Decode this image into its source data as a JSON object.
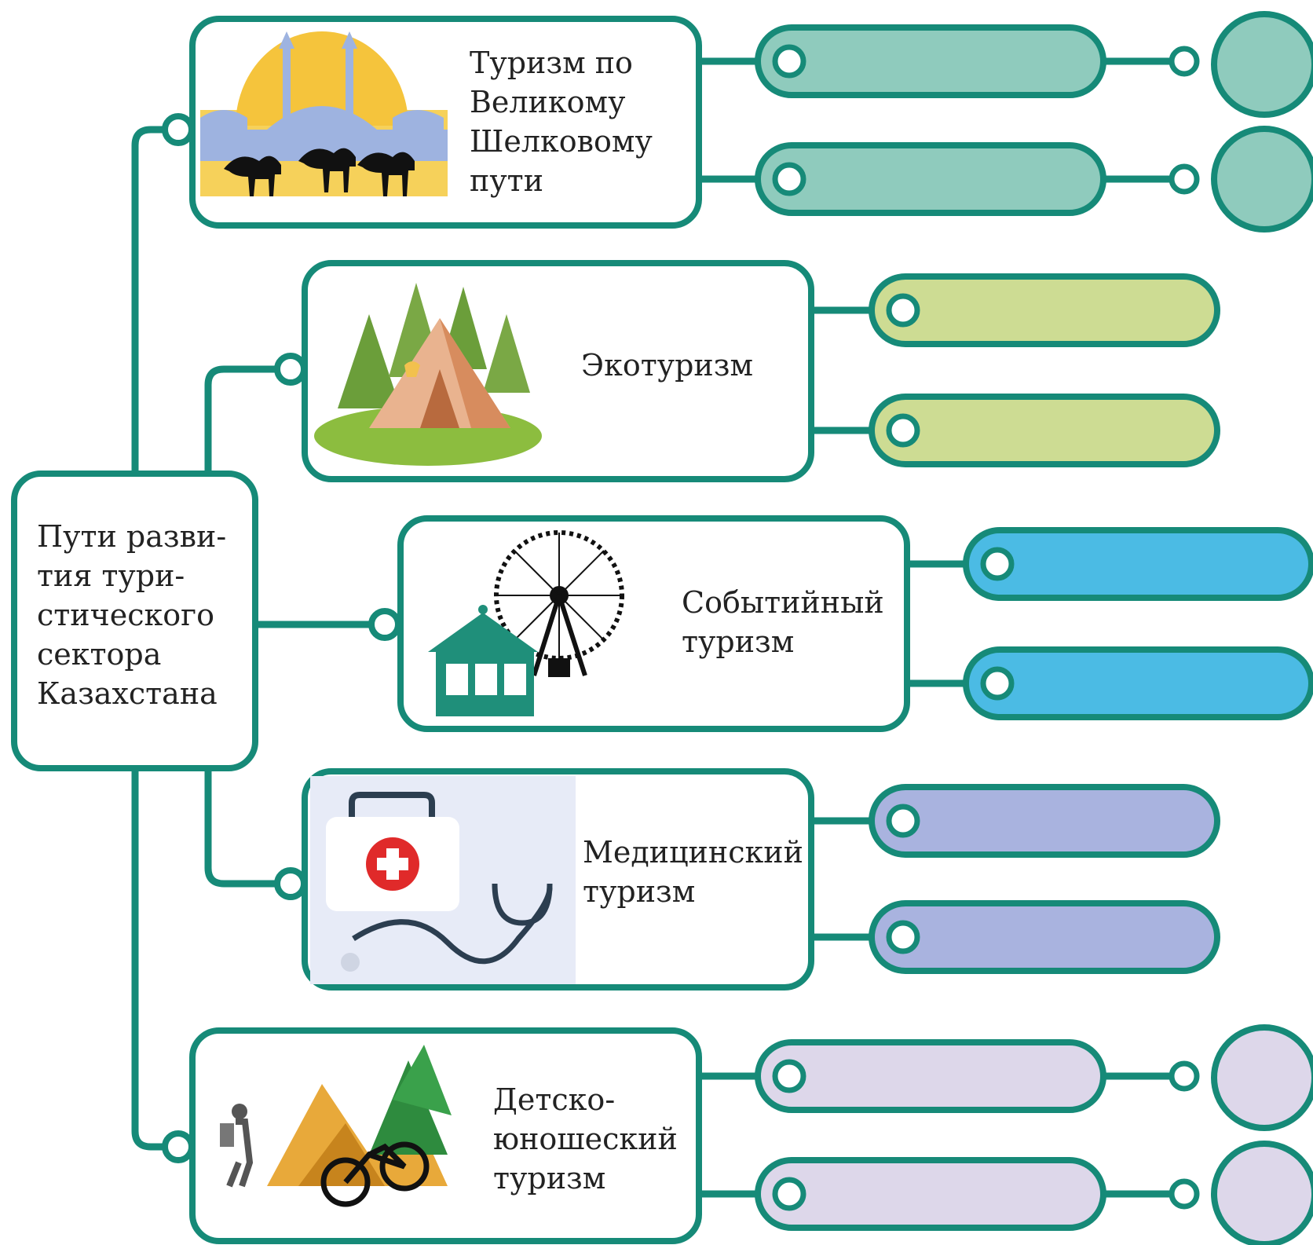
{
  "colors": {
    "stroke": "#168a78",
    "silk_road_pill": "#8fcbbd",
    "silk_road_circle": "#8fcbbd",
    "eco_pill": "#cddc93",
    "event_pill": "#4bbbe4",
    "medical_pill": "#a9b3df",
    "youth_pill": "#ddd7ea",
    "youth_circle": "#ddd7ea"
  },
  "root": {
    "label": "Пути разви-\nтия тури-\nстического\nсектора\nКазахстана"
  },
  "branches": [
    {
      "id": "silk-road",
      "label": "Туризм по\nВеликому\nШелковому\nпути",
      "icon": "mosque-camels-icon",
      "answer_pills": 2,
      "answer_circles": 2
    },
    {
      "id": "eco",
      "label": "Экотуризм",
      "icon": "tent-forest-icon",
      "answer_pills": 2,
      "answer_circles": 0
    },
    {
      "id": "event",
      "label": "Событийный\nтуризм",
      "icon": "ferris-wheel-carousel-icon",
      "answer_pills": 2,
      "answer_circles": 0
    },
    {
      "id": "medical",
      "label": "Медицинский\nтуризм",
      "icon": "first-aid-stethoscope-icon",
      "answer_pills": 2,
      "answer_circles": 0
    },
    {
      "id": "youth",
      "label": "Детско-\nюношеский\nтуризм",
      "icon": "hiker-bicycle-icon",
      "answer_pills": 2,
      "answer_circles": 2
    }
  ]
}
